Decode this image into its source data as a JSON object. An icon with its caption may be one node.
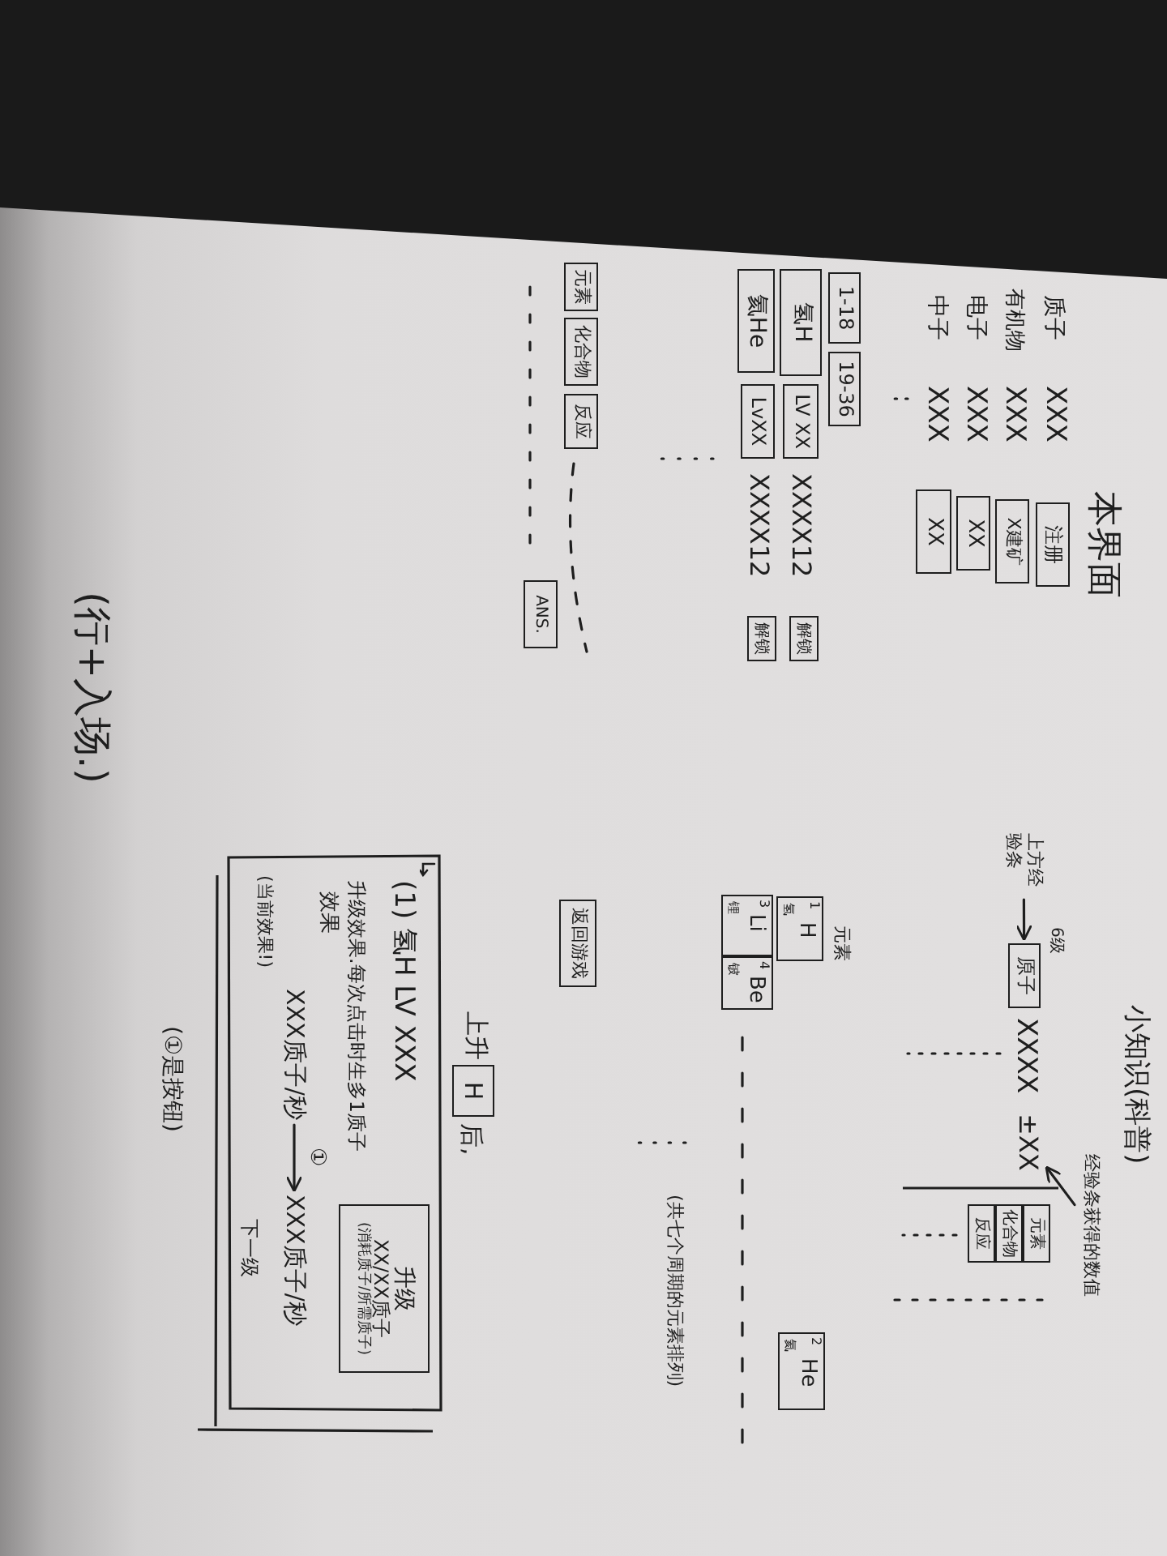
{
  "diagram": {
    "title": "本界面",
    "nodes": [
      {
        "text": [
          "注册"
        ]
      },
      {
        "text": [
          "X建矿"
        ]
      },
      {
        "text": [
          "XX"
        ]
      },
      {
        "text": [
          "XX"
        ]
      },
      {
        "text": [
          "1-18"
        ]
      },
      {
        "text": [
          "19-36"
        ]
      },
      {
        "text": [
          "氢H"
        ]
      },
      {
        "text": [
          "LV XX"
        ]
      },
      {
        "text": [
          "解锁"
        ]
      },
      {
        "text": [
          "氦He"
        ]
      },
      {
        "text": [
          "LvXX"
        ]
      },
      {
        "text": [
          "解锁"
        ]
      },
      {
        "text": [
          "元素"
        ]
      },
      {
        "text": [
          "化合物"
        ]
      },
      {
        "text": [
          "反应"
        ]
      },
      {
        "text": [
          "ANS."
        ]
      },
      {
        "text": [
          "上方经验条"
        ]
      },
      {
        "text": [
          "原子"
        ]
      },
      {
        "text": [
          "±XX"
        ]
      },
      {
        "text": [
          "经验条获得的数值"
        ]
      },
      {
        "text": [
          "元素"
        ]
      },
      {
        "text": [
          "化合物"
        ]
      },
      {
        "text": [
          "反应"
        ]
      },
      {
        "text": [
          "1",
          "H",
          "氢"
        ],
        "beside": [
          "元素"
        ]
      },
      {
        "text": [
          "3",
          "Li",
          "锂"
        ]
      },
      {
        "text": [
          "4",
          "Be",
          "铍"
        ]
      },
      {
        "text": [
          "2",
          "He",
          "氦"
        ]
      },
      {
        "text": [
          "返回游戏"
        ]
      },
      {
        "text": [
          "H"
        ],
        "beside": [
          "上升",
          "后,"
        ]
      },
      {
        "text": [
          "(1) 氢H LV XXX",
          "升级效果.每次点击时生多1质子"
        ]
      },
      {
        "text": [
          "XXX质子/秒"
        ],
        "in": 29,
        "beside": [
          "效果",
          "(当前效果!)"
        ]
      },
      {
        "text": [
          "XXX质子/秒"
        ],
        "in": 29,
        "beside": [
          "下一级"
        ]
      },
      {
        "text": [
          "升级",
          "XX/XX质子",
          "(消耗质子/所需质子)"
        ],
        "in": 29
      }
    ],
    "edges": [
      {
        "from": 16,
        "to": 17,
        "arrow": "to"
      },
      {
        "from": 19,
        "to": 18,
        "arrow": "to"
      },
      {
        "from": 30,
        "to": 31,
        "arrow": "to",
        "label": "①"
      }
    ],
    "labels": [
      "质子",
      "XXX",
      "有机物",
      "XXX",
      "电子",
      "XXX",
      "中子",
      "XXX",
      "XXXX12",
      "XXXX12",
      "小知识(科普)",
      "6级",
      "XXXX",
      "(共七个周期的元素排列)",
      "(①是按钮)",
      "(行+入场.)"
    ]
  }
}
